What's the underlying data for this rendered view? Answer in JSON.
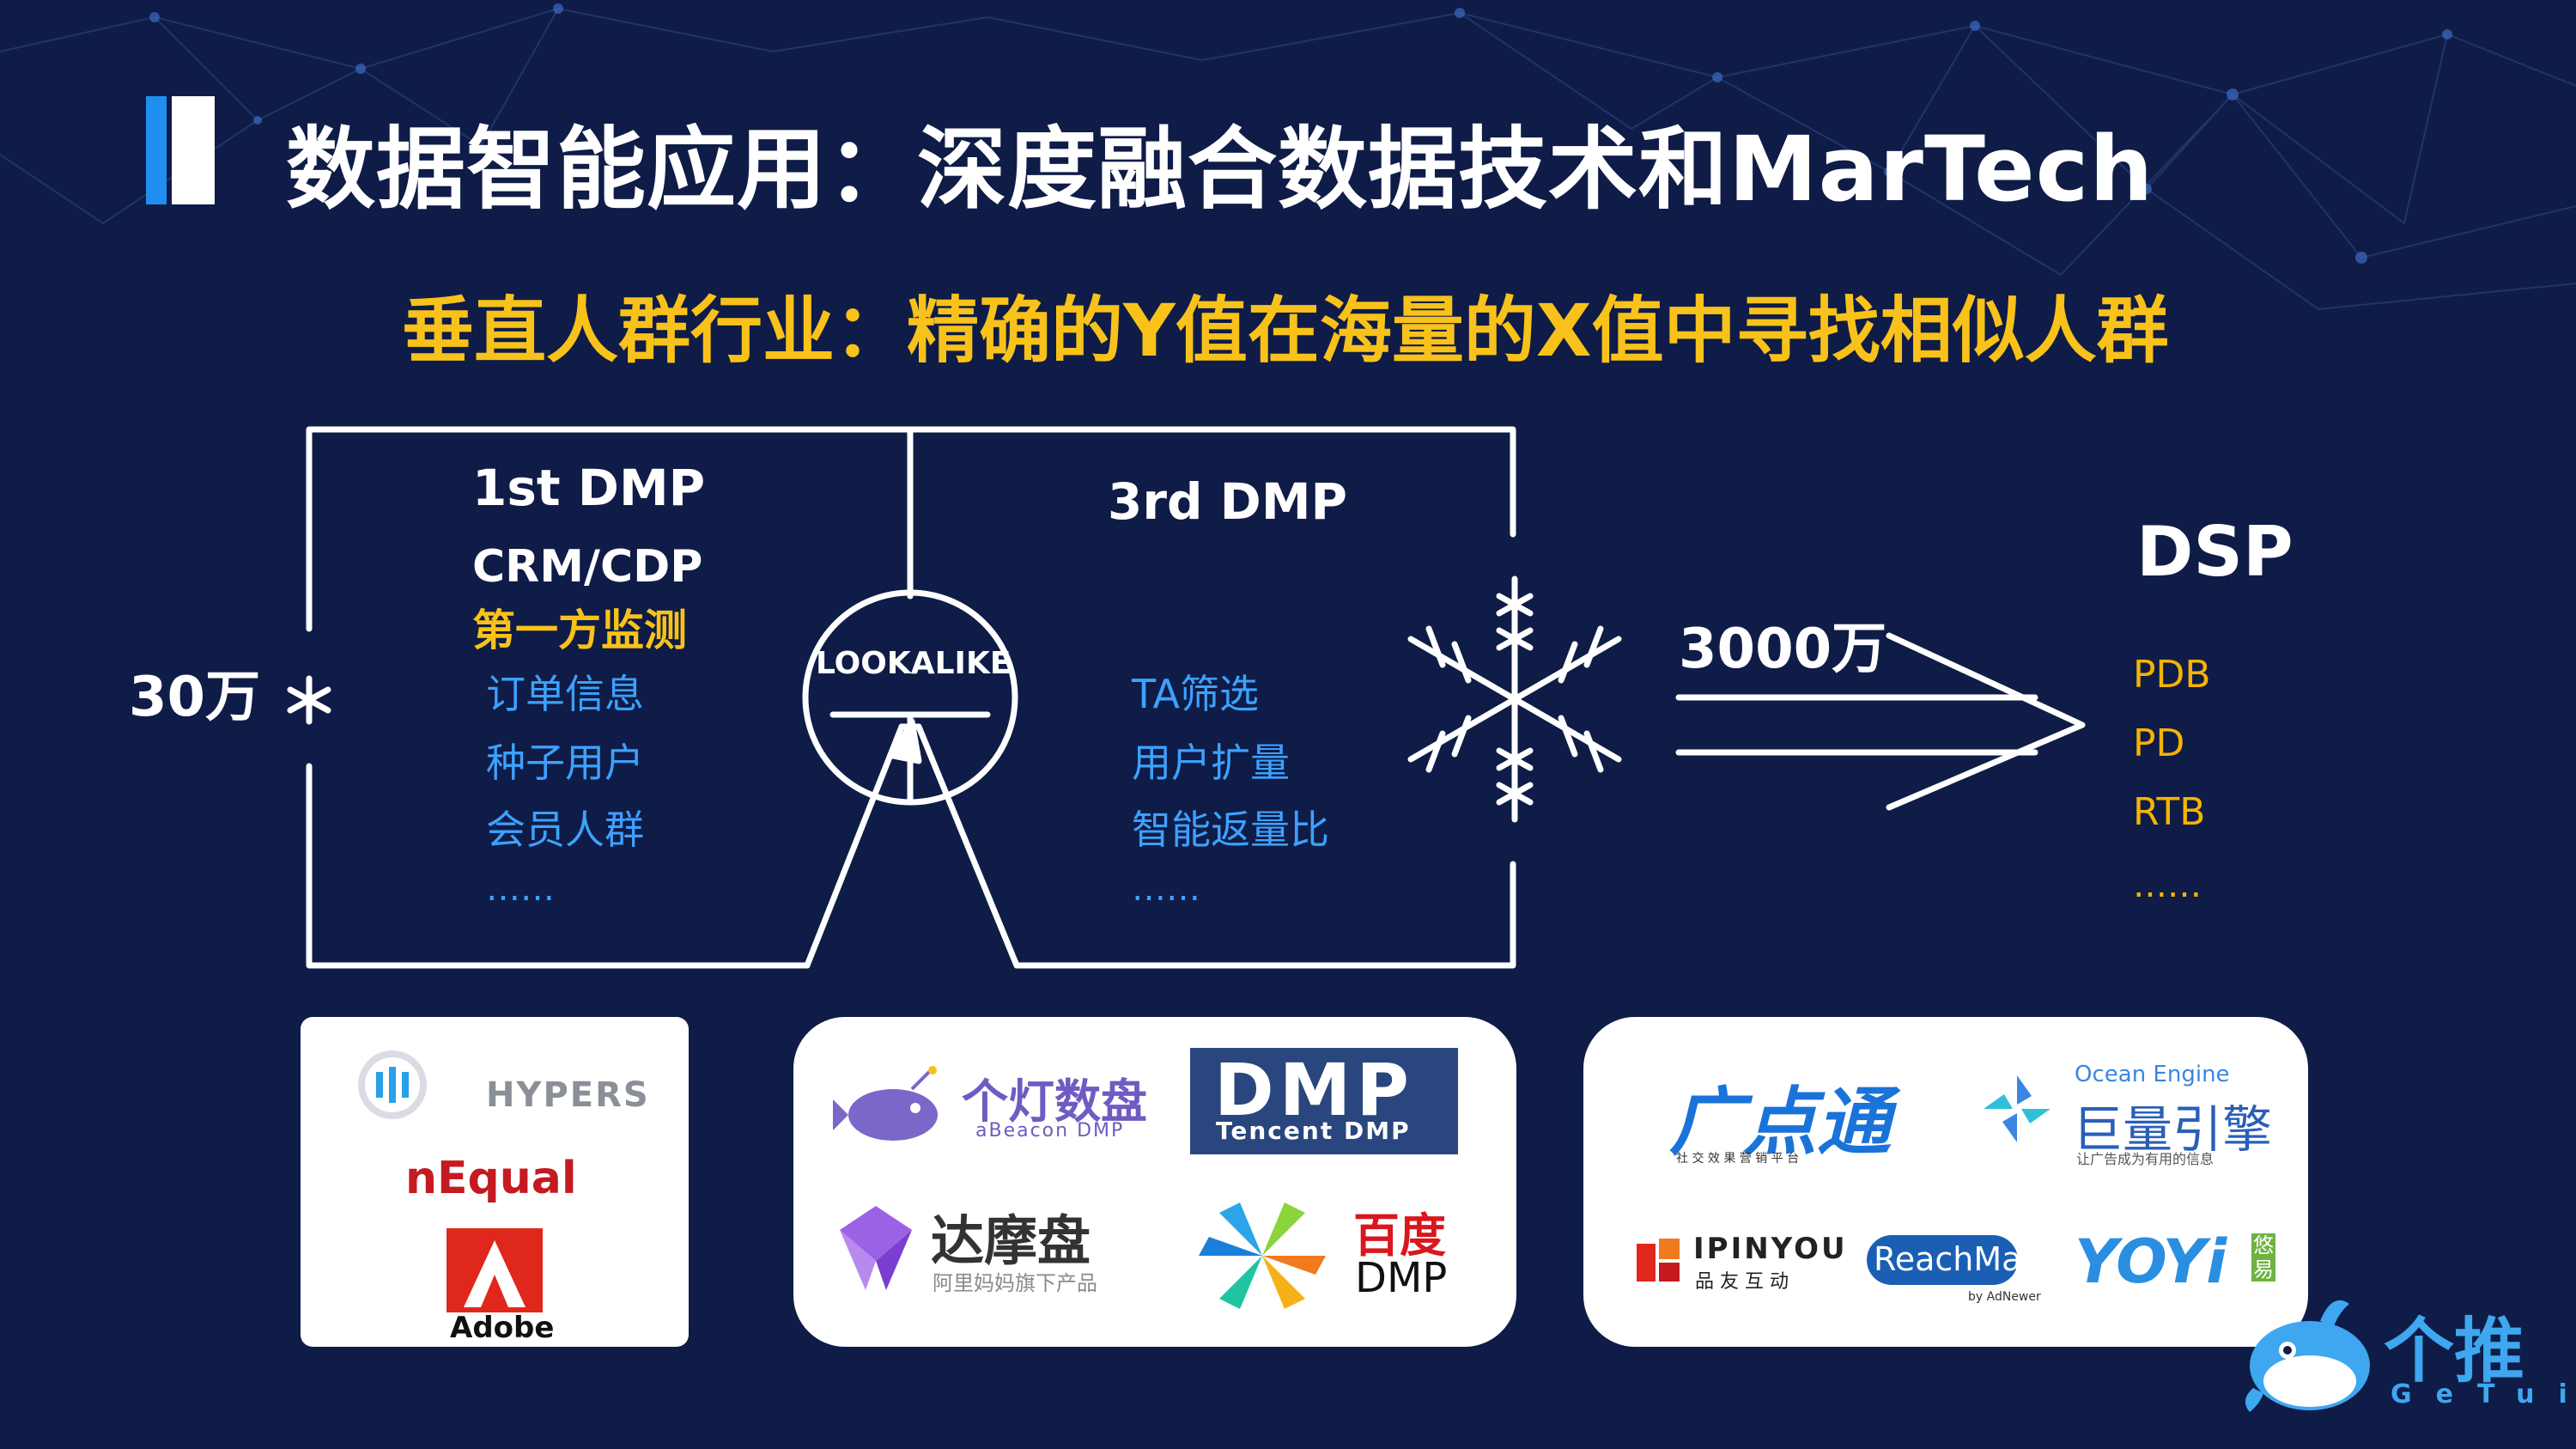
{
  "title": "数据智能应用：深度融合数据技术和MarTech",
  "subtitle": "垂直人群行业：精确的Y值在海量的X值中寻找相似人群",
  "left_count": "30万",
  "first_dmp": {
    "heading": "1st DMP",
    "line1": "CRM/CDP",
    "line2": "第一方监测",
    "items": [
      "订单信息",
      "种子用户",
      "会员人群",
      "……"
    ]
  },
  "lookalike_label": "LOOKALIKE",
  "third_dmp": {
    "heading": "3rd DMP",
    "items": [
      "TA筛选",
      "用户扩量",
      "智能返量比",
      "……"
    ]
  },
  "arrow_count": "3000万",
  "dsp": {
    "heading": "DSP",
    "items": [
      "PDB",
      "PD",
      "RTB",
      "……"
    ]
  },
  "logos": {
    "hypers": "HYPERS",
    "nequal": "nEqual",
    "adobe": "Adobe",
    "gedeng_cn": "个灯数盘",
    "gedeng_en": "aBeacon DMP",
    "tencent_big": "DMP",
    "tencent_small": "Tencent DMP",
    "damopan": "达摩盘",
    "damopan_sub": "阿里妈妈旗下产品",
    "baidu_cn": "百度",
    "baidu_en": "DMP",
    "gdt": "广点通",
    "gdt_sub": "社 交 效 果 营 销 平 台",
    "ocean_en": "Ocean Engine",
    "ocean_cn": "巨量引擎",
    "ocean_sub": "让广告成为有用的信息",
    "ipinyou_en": "IPINYOU",
    "ipinyou_cn": "品 友 互 动",
    "reachmax": "ReachMax",
    "reachmax_sub": "by AdNewer",
    "yoyi": "YOYi",
    "yoyi_cn": "悠易"
  },
  "brand": {
    "cn": "个推",
    "en": "GeTui"
  },
  "colors": {
    "background": "#0f1c47",
    "accent_blue": "#3da1ff",
    "accent_gold": "#f8c21b",
    "title_bar": "#1e8ff0"
  }
}
